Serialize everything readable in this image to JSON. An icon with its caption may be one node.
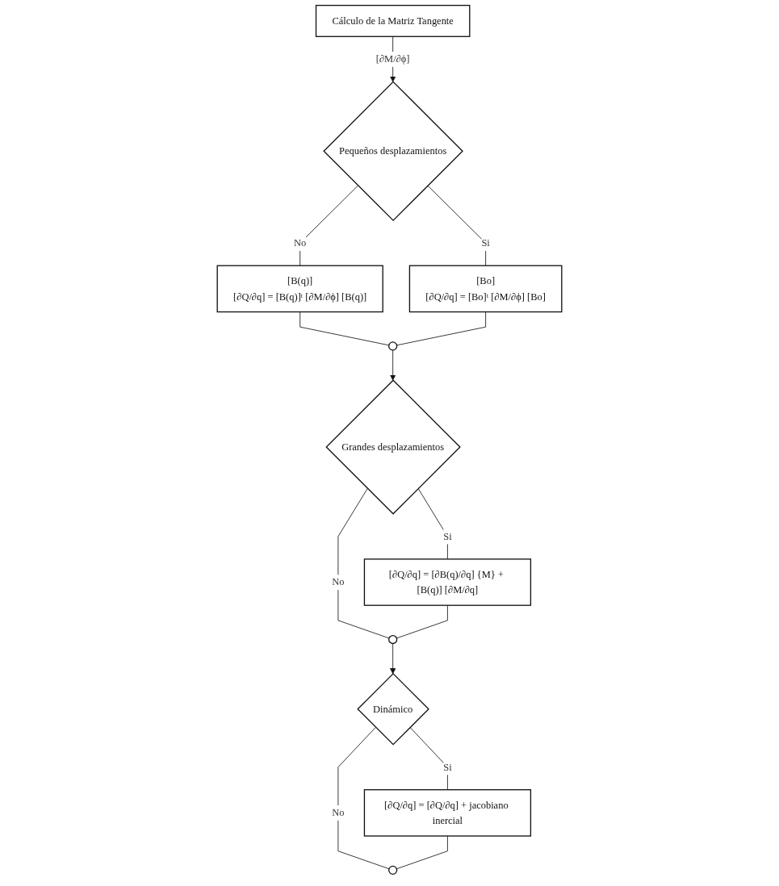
{
  "diagram": {
    "nodes": [
      {
        "text": [
          "Cálculo de la Matriz Tangente"
        ]
      },
      {
        "text": [
          "Pequeños desplazamientos"
        ]
      },
      {
        "text": [
          "[B(q)]",
          "[∂Q/∂q] = [B(q)]ᵗ [∂M/∂ϕ] [B(q)]"
        ]
      },
      {
        "text": [
          "[Bo]",
          "[∂Q/∂q] = [Bo]ᵗ [∂M/∂ϕ] [Bo]"
        ]
      },
      {
        "text": [],
        "shape": "circle"
      },
      {
        "text": [
          "Grandes desplazamientos"
        ]
      },
      {
        "text": [
          "[∂Q/∂q] = [∂B(q)/∂q] {M} + [B(q)] [∂M/∂q]"
        ]
      },
      {
        "text": [],
        "shape": "circle"
      },
      {
        "text": [
          "Dinámico"
        ]
      },
      {
        "text": [
          "[∂Q/∂q] = [∂Q/∂q] + jacobiano inercial"
        ]
      },
      {
        "text": [],
        "shape": "circle"
      }
    ],
    "edges": [
      {
        "from": 0,
        "to": 1,
        "arrow": "to",
        "label": "[∂M/∂ϕ]"
      },
      {
        "from": 1,
        "to": 2,
        "arrow": "none",
        "label": "No"
      },
      {
        "from": 1,
        "to": 3,
        "arrow": "none",
        "label": "Si"
      },
      {
        "from": 2,
        "to": 4,
        "arrow": "none"
      },
      {
        "from": 3,
        "to": 4,
        "arrow": "none"
      },
      {
        "from": 4,
        "to": 5,
        "arrow": "to"
      },
      {
        "from": 5,
        "to": 7,
        "arrow": "none",
        "label": "No"
      },
      {
        "from": 5,
        "to": 6,
        "arrow": "none",
        "label": "Si"
      },
      {
        "from": 6,
        "to": 7,
        "arrow": "none"
      },
      {
        "from": 7,
        "to": 8,
        "arrow": "to"
      },
      {
        "from": 8,
        "to": 10,
        "arrow": "none",
        "label": "No"
      },
      {
        "from": 8,
        "to": 9,
        "arrow": "none",
        "label": "Si"
      },
      {
        "from": 9,
        "to": 10,
        "arrow": "none"
      }
    ]
  }
}
